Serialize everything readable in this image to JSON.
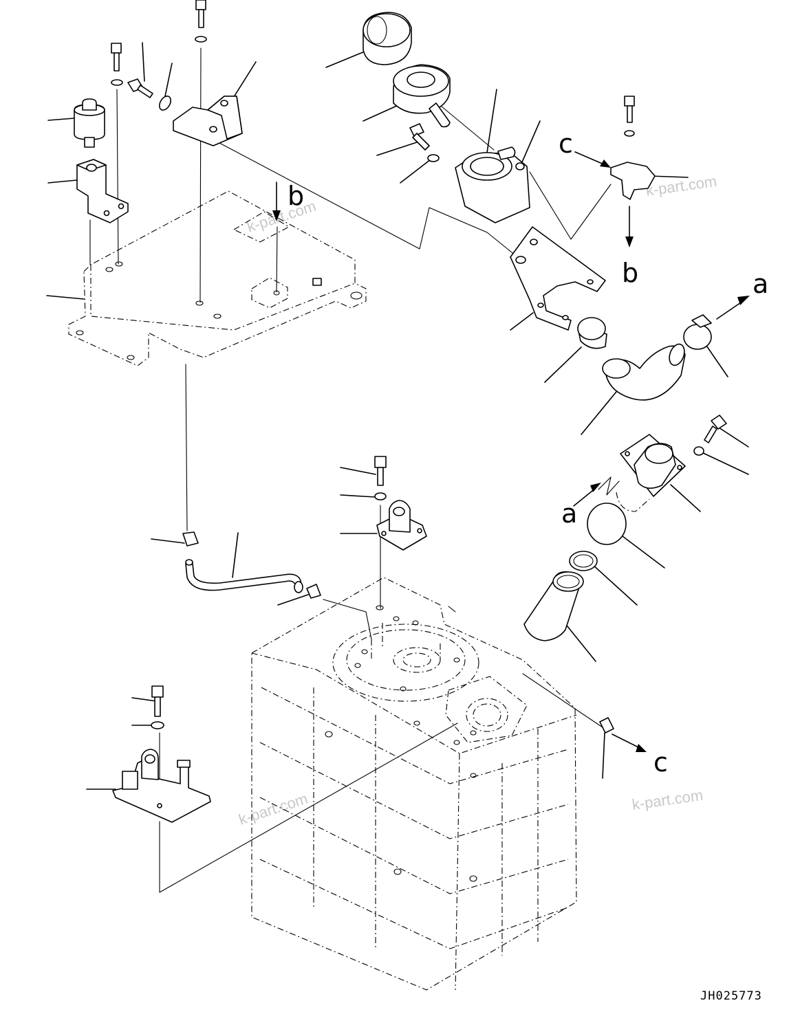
{
  "diagram": {
    "drawing_code": "JH025773",
    "watermark": "k-part.com",
    "connection_letters": {
      "a": "a",
      "b": "b",
      "c": "c"
    }
  }
}
